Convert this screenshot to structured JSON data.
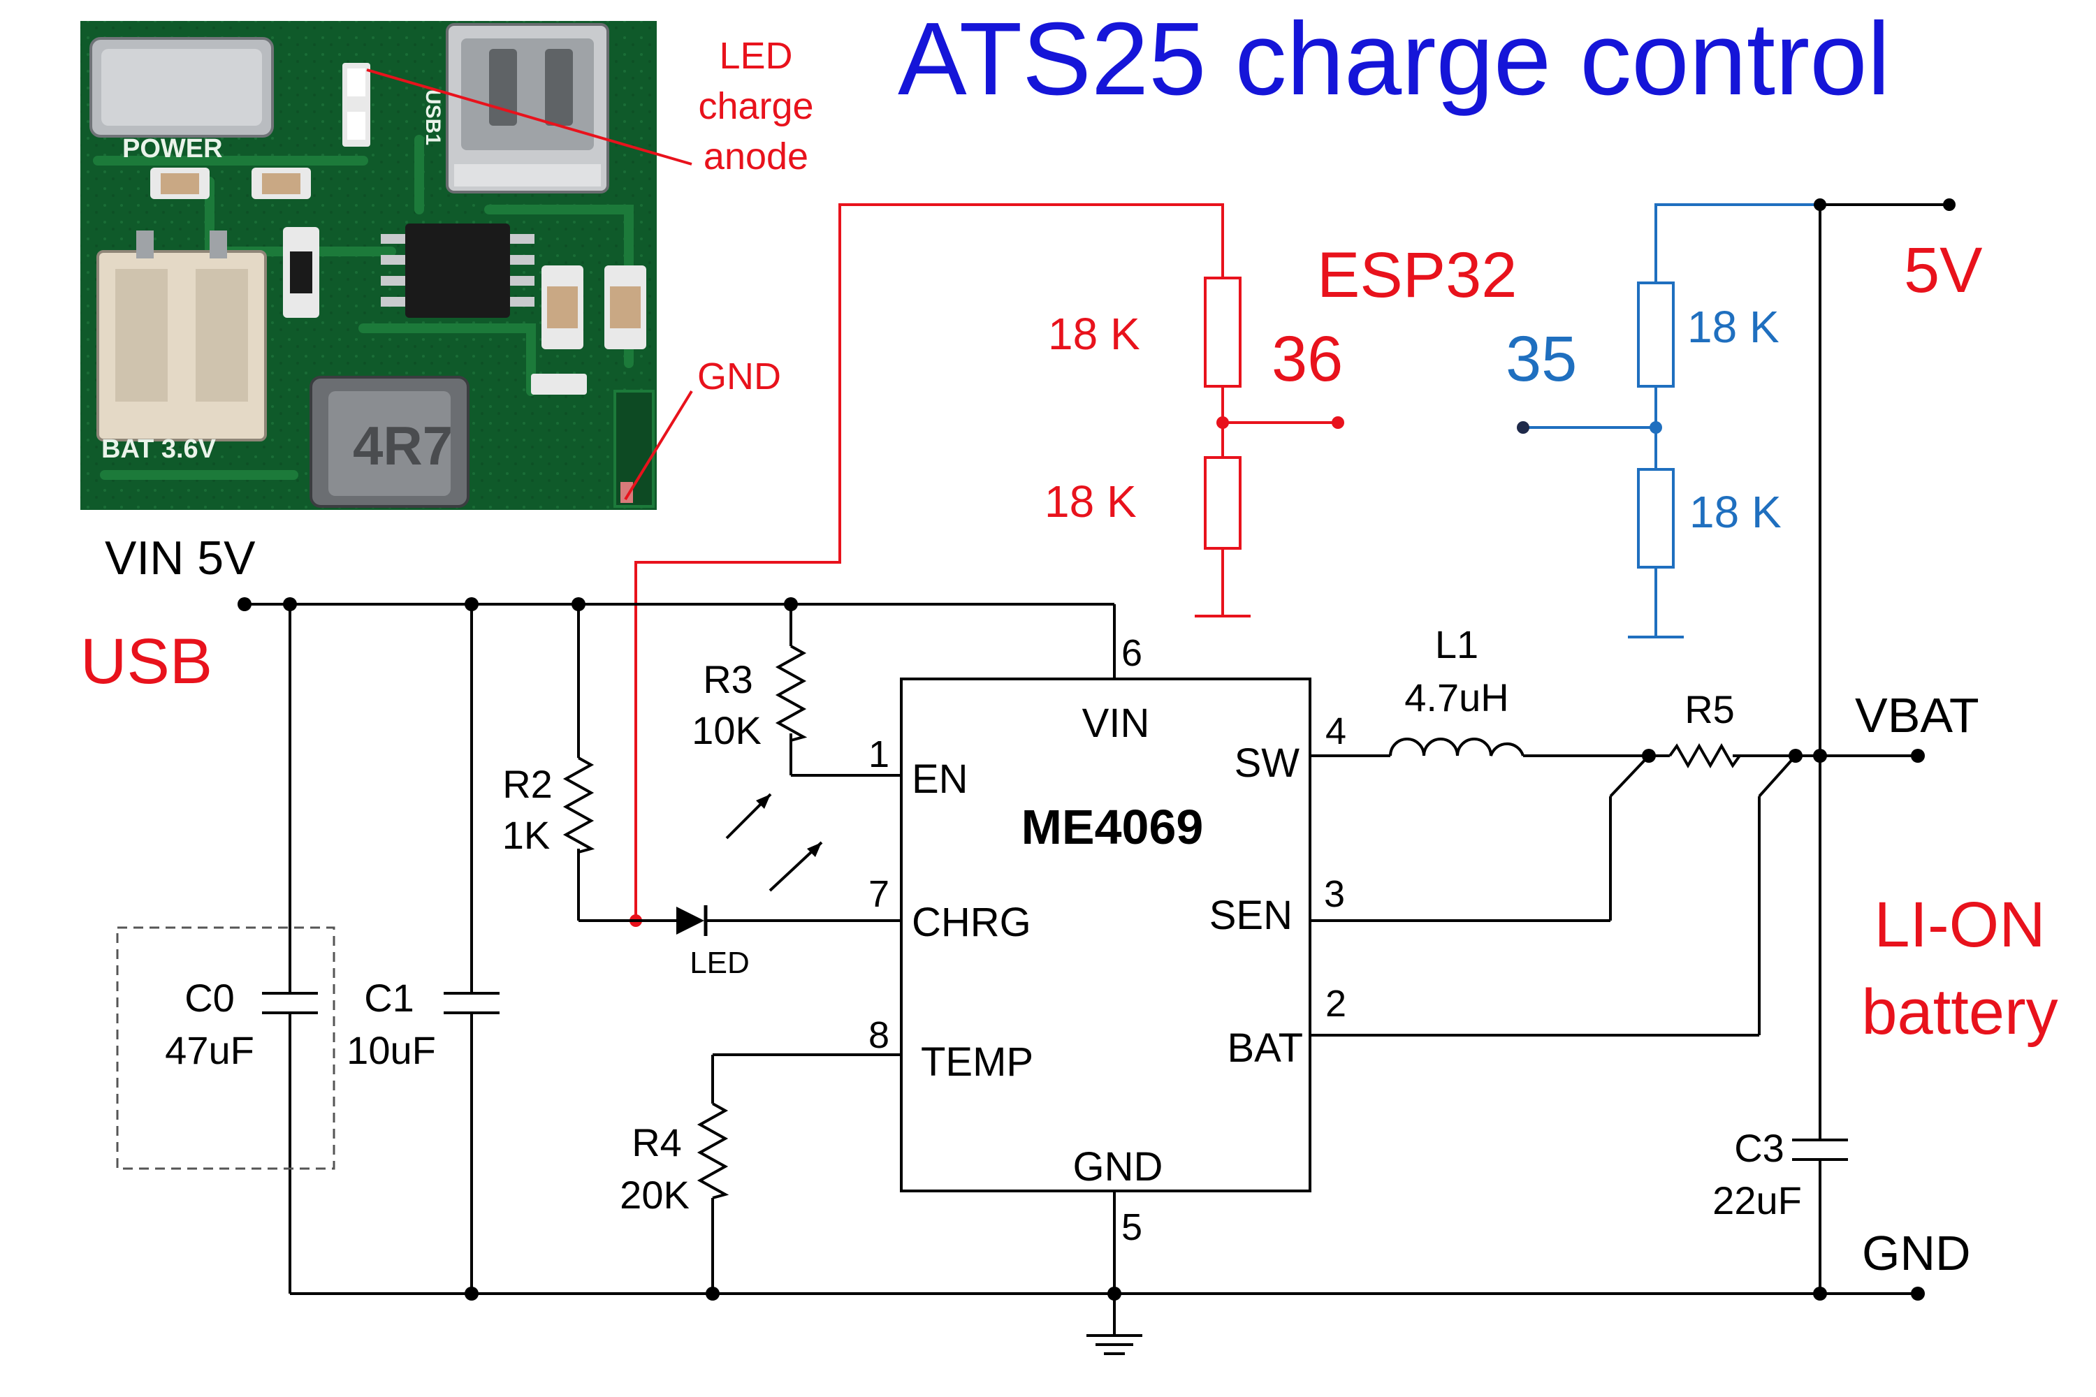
{
  "title": "ATS25 charge control",
  "photo": {
    "silkscreen": {
      "power": "POWER",
      "bat": "BAT 3.6V",
      "inductor": "4R7",
      "usb": "USB1"
    },
    "label_led": [
      "LED",
      "charge",
      "anode"
    ],
    "label_gnd": "GND"
  },
  "esp": {
    "label": "ESP32",
    "pin_red": "36",
    "pin_blue": "35",
    "red_top_res": "18 K",
    "red_bot_res": "18 K",
    "blue_top_res": "18 K",
    "blue_bot_res": "18 K",
    "supply": "5V"
  },
  "input": {
    "vin": "VIN 5V",
    "usb": "USB"
  },
  "chip": {
    "name": "ME4069",
    "pins": {
      "vin": {
        "num": "6",
        "label": "VIN"
      },
      "en": {
        "num": "1",
        "label": "EN"
      },
      "chrg": {
        "num": "7",
        "label": "CHRG"
      },
      "temp": {
        "num": "8",
        "label": "TEMP"
      },
      "gnd": {
        "num": "5",
        "label": "GND"
      },
      "sw": {
        "num": "4",
        "label": "SW"
      },
      "sen": {
        "num": "3",
        "label": "SEN"
      },
      "bat": {
        "num": "2",
        "label": "BAT"
      }
    }
  },
  "components": {
    "r3": {
      "ref": "R3",
      "value": "10K"
    },
    "r2": {
      "ref": "R2",
      "value": "1K"
    },
    "r4": {
      "ref": "R4",
      "value": "20K"
    },
    "c0": {
      "ref": "C0",
      "value": "47uF"
    },
    "c1": {
      "ref": "C1",
      "value": "10uF"
    },
    "c3": {
      "ref": "C3",
      "value": "22uF"
    },
    "l1": {
      "ref": "L1",
      "value": "4.7uH"
    },
    "r5": {
      "ref": "R5"
    },
    "led": "LED"
  },
  "right": {
    "vbat": "VBAT",
    "battery_line1": "LI-ON",
    "battery_line2": "battery",
    "gnd": "GND"
  },
  "colors": {
    "title": "#1515d8",
    "red": "#e8121c",
    "blue": "#1f6fbf",
    "black": "#000000"
  }
}
